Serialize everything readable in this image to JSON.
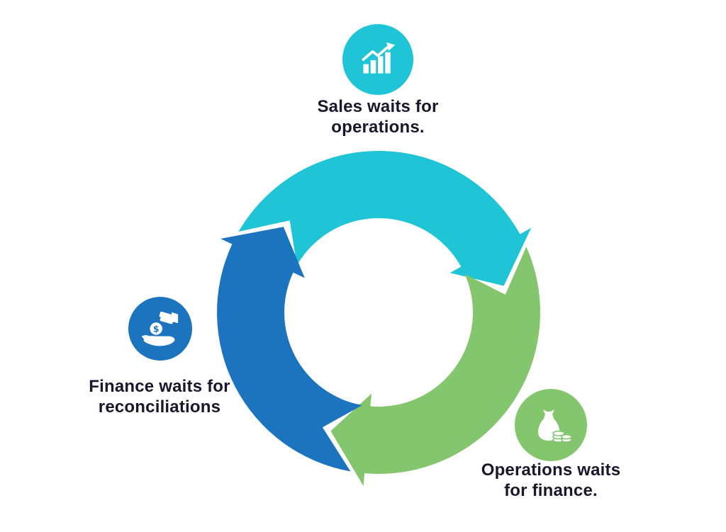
{
  "diagram": {
    "background": "#ffffff",
    "colors": {
      "cyan": "#1FC4D6",
      "green": "#84C66E",
      "blue": "#1C74BF",
      "text": "#17182C",
      "white": "#FFFFFF"
    },
    "nodes": [
      {
        "id": "sales",
        "icon": "growth-chart-icon",
        "color_key": "cyan",
        "label_lines": [
          "Sales waits for",
          "operations."
        ]
      },
      {
        "id": "operations",
        "icon": "money-bag-icon",
        "color_key": "green",
        "label_lines": [
          "Operations waits",
          "for finance."
        ]
      },
      {
        "id": "finance",
        "icon": "hand-money-icon",
        "color_key": "blue",
        "label_lines": [
          "Finance waits for",
          "reconciliations"
        ]
      }
    ],
    "arrows": [
      {
        "id": "arc-sales",
        "color_key": "cyan"
      },
      {
        "id": "arc-operations",
        "color_key": "green"
      },
      {
        "id": "arc-finance",
        "color_key": "blue"
      }
    ]
  }
}
